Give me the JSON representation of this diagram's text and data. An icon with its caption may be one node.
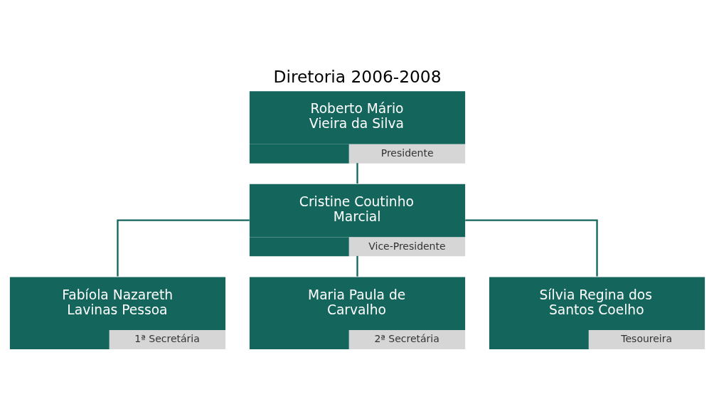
{
  "diagram": {
    "title": "Diretoria 2006-2008",
    "nodes": [
      {
        "text": [
          "Roberto Mário Vieira da Silva"
        ],
        "beside": [
          "Presidente"
        ]
      },
      {
        "text": [
          "Cristine Coutinho Marcial"
        ],
        "beside": [
          "Vice-Presidente"
        ]
      },
      {
        "text": [
          "Fabíola Nazareth Lavinas Pessoa"
        ],
        "beside": [
          "1ª Secretária"
        ]
      },
      {
        "text": [
          "Maria Paula de Carvalho"
        ],
        "beside": [
          "2ª Secretária"
        ]
      },
      {
        "text": [
          "Sílvia Regina dos Santos Coelho"
        ],
        "beside": [
          "Tesoureira"
        ]
      }
    ],
    "edges": [
      {
        "from": 0,
        "to": 1,
        "arrow": "none"
      },
      {
        "from": 1,
        "to": 2,
        "arrow": "none"
      },
      {
        "from": 1,
        "to": 3,
        "arrow": "none"
      },
      {
        "from": 1,
        "to": 4,
        "arrow": "none"
      }
    ]
  }
}
